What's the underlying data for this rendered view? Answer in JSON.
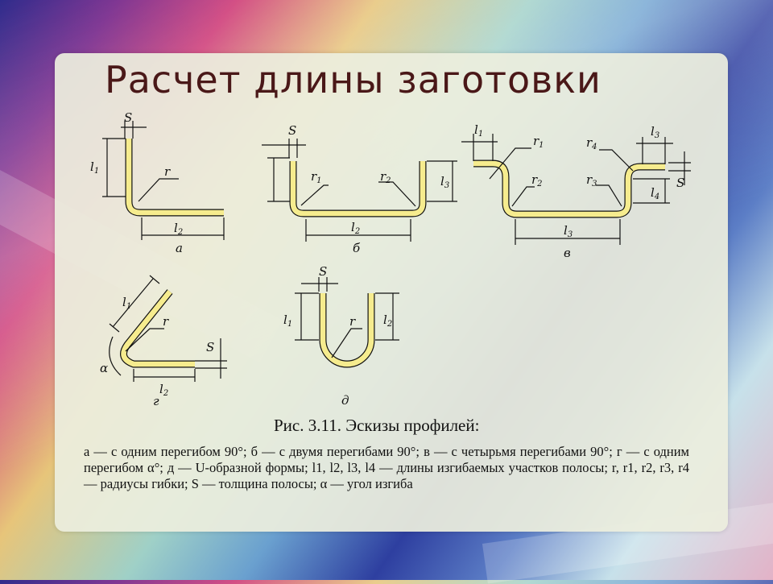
{
  "slide": {
    "title": "Расчет длины заготовки"
  },
  "figure": {
    "caption_title": "Рис. 3.11. Эскизы профилей:",
    "caption_text": "а — с одним перегибом 90°; б — с двумя перегибами 90°; в — с четырьмя перегибами 90°; г — с одним перегибом α°; д — U-образной формы; l1, l2, l3, l4 — длины изгибаемых участков полосы; r, r1, r2, r3, r4 — радиусы гибки; S — толщина полосы; α — угол изгиба",
    "sketch_a": {
      "letter": "а",
      "labels": [
        "S",
        "l1",
        "r",
        "l2"
      ]
    },
    "sketch_b": {
      "letter": "б",
      "labels": [
        "S",
        "r1",
        "r2",
        "l3",
        "l2"
      ]
    },
    "sketch_v": {
      "letter": "в",
      "labels": [
        "l1",
        "r1",
        "r4",
        "l3",
        "r2",
        "r3",
        "l4",
        "S",
        "l3"
      ]
    },
    "sketch_g": {
      "letter": "г",
      "labels": [
        "l1",
        "r",
        "α",
        "S",
        "l2"
      ]
    },
    "sketch_d": {
      "letter": "д",
      "labels": [
        "S",
        "l1",
        "r",
        "l2"
      ]
    }
  },
  "colors": {
    "strip_fill": "#f6ec8e",
    "title_color": "#4a1818"
  }
}
